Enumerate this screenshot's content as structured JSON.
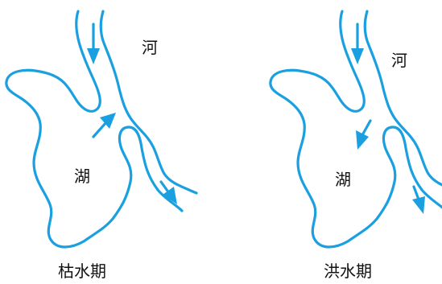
{
  "panels": [
    {
      "caption": "枯水期",
      "river_label": "河",
      "lake_label": "湖",
      "flow_direction": "river-to-lake"
    },
    {
      "caption": "洪水期",
      "river_label": "河",
      "lake_label": "湖",
      "flow_direction": "lake-to-river"
    }
  ],
  "colors": {
    "water_outline": "#1aa0e0",
    "arrow": "#1aa0e0",
    "text": "#111111"
  }
}
